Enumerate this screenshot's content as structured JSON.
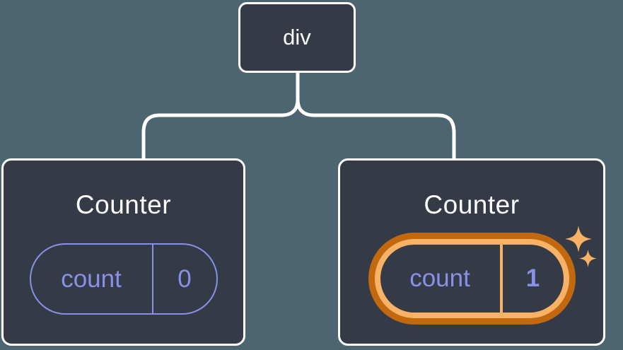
{
  "tree": {
    "root": {
      "label": "div"
    },
    "children": [
      {
        "title": "Counter",
        "state_key": "count",
        "state_value": "0",
        "highlighted": false
      },
      {
        "title": "Counter",
        "state_key": "count",
        "state_value": "1",
        "highlighted": true
      }
    ]
  },
  "icons": {
    "sparkles": "sparkles-icon"
  },
  "colors": {
    "background": "#4c6570",
    "node_fill": "#353a47",
    "node_border": "#ffffff",
    "connector": "#ffffff",
    "state_accent": "#8890e8",
    "highlight_ring_outer": "#c2690f",
    "highlight_ring_inner": "#f7b266",
    "sparkle": "#f7b266",
    "text_primary": "#fcfcfc"
  }
}
